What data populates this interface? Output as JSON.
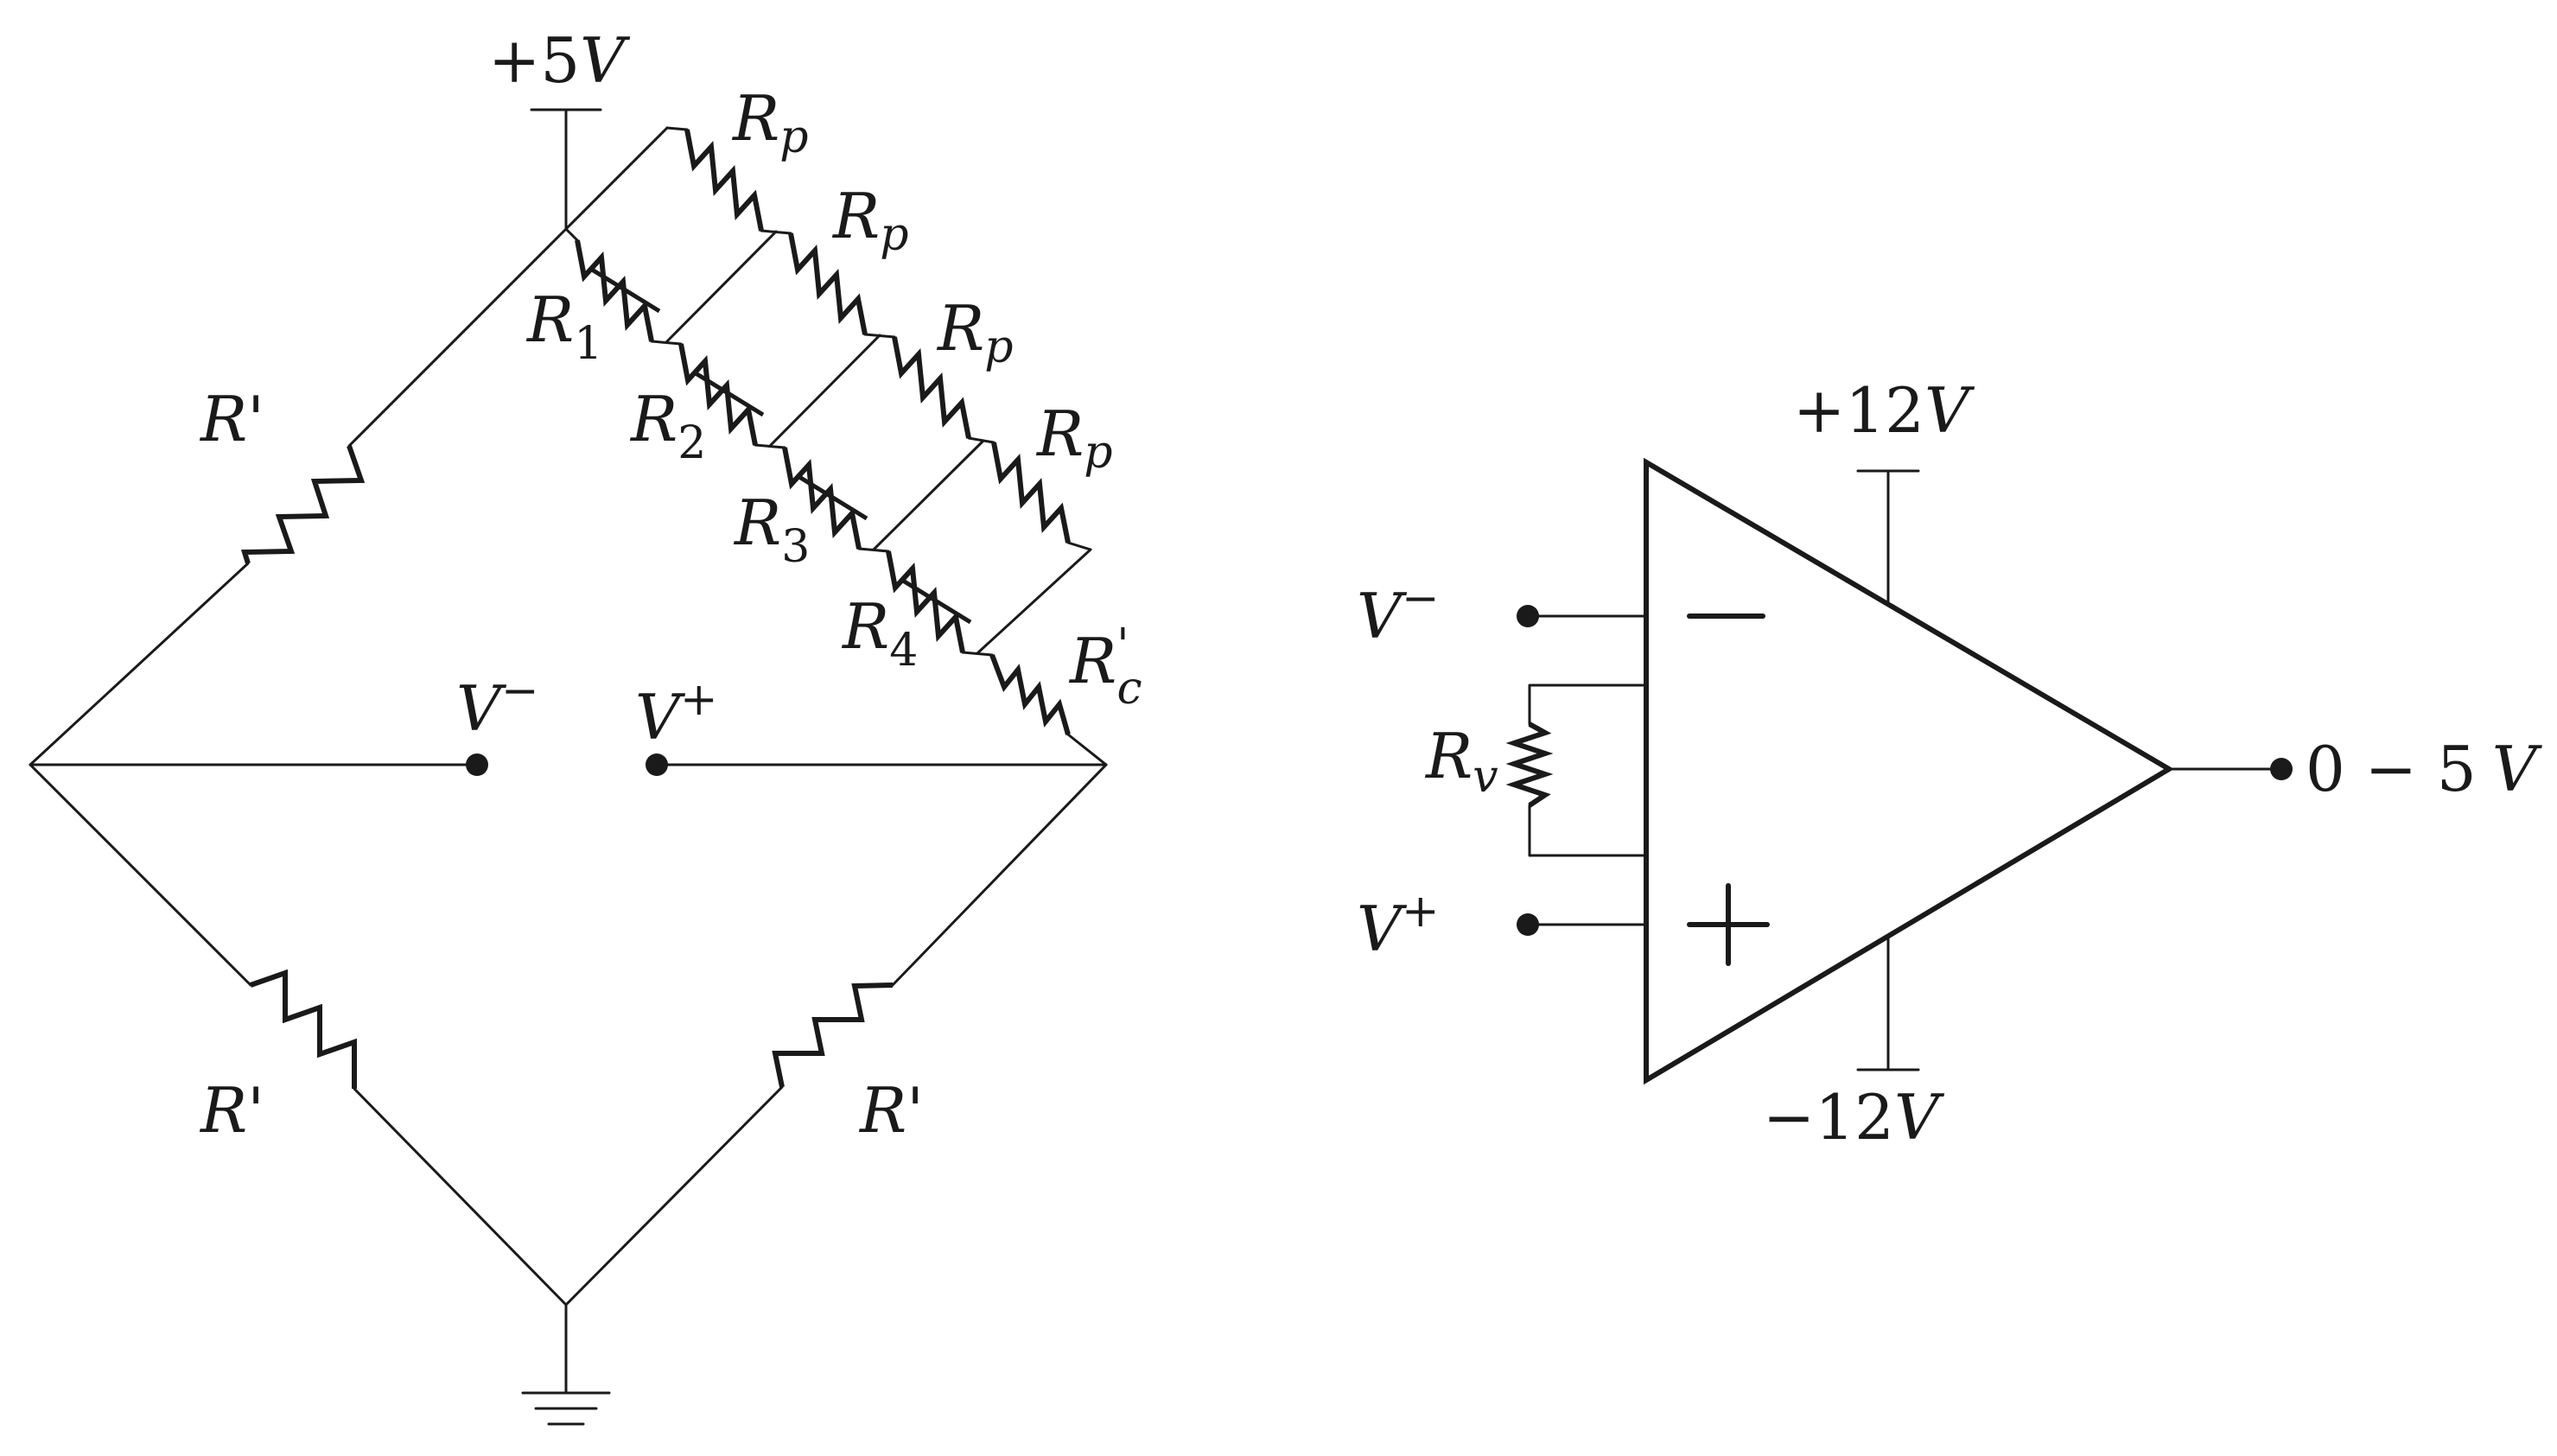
{
  "bridge": {
    "supply": {
      "sign": "+5",
      "unit": "V"
    },
    "r_prime_left": "R'",
    "r_prime_bottom_left": "R'",
    "r_prime_bottom_right": "R'",
    "r_c": {
      "main": "R",
      "sub": "c",
      "prime": "'"
    },
    "rp_labels": [
      {
        "main": "R",
        "sub": "p"
      },
      {
        "main": "R",
        "sub": "p"
      },
      {
        "main": "R",
        "sub": "p"
      },
      {
        "main": "R",
        "sub": "p"
      }
    ],
    "sensor_labels": [
      {
        "main": "R",
        "sub": "1"
      },
      {
        "main": "R",
        "sub": "2"
      },
      {
        "main": "R",
        "sub": "3"
      },
      {
        "main": "R",
        "sub": "4"
      }
    ],
    "v_minus": {
      "main": "V",
      "sup": "−"
    },
    "v_plus": {
      "main": "V",
      "sup": "+"
    }
  },
  "amplifier": {
    "pos_supply": {
      "sign": "+12",
      "unit": "V"
    },
    "neg_supply": {
      "sign": "−12",
      "unit": "V"
    },
    "input_minus": {
      "main": "V",
      "sup": "−"
    },
    "input_plus": {
      "main": "V",
      "sup": "+"
    },
    "gain_resistor": {
      "main": "R",
      "sub": "v"
    },
    "output": {
      "range": "0 − 5",
      "unit": "V"
    }
  }
}
